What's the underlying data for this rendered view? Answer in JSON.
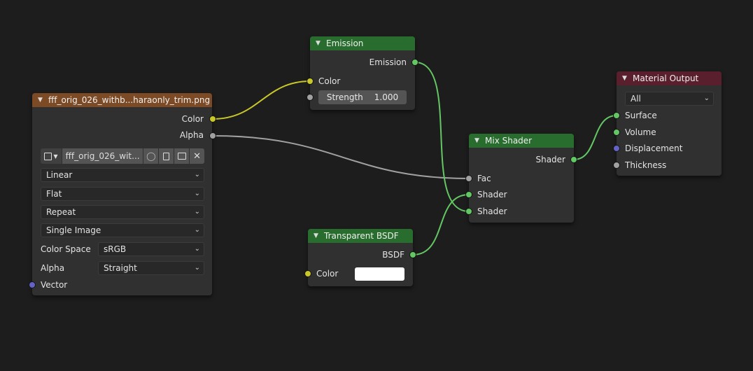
{
  "image_node": {
    "title": "fff_orig_026_withb...haraonly_trim.png",
    "outputs": {
      "color": "Color",
      "alpha": "Alpha"
    },
    "image_name": "fff_orig_026_wit...",
    "icons": [
      "image-icon",
      "shield-icon",
      "copy-icon",
      "stack-icon",
      "close-icon"
    ],
    "interpolation": "Linear",
    "projection": "Flat",
    "extension": "Repeat",
    "source": "Single Image",
    "color_space_label": "Color Space",
    "color_space": "sRGB",
    "alpha_label": "Alpha",
    "alpha_mode": "Straight",
    "vector_label": "Vector"
  },
  "emission_node": {
    "title": "Emission",
    "output": "Emission",
    "color_label": "Color",
    "strength_label": "Strength",
    "strength_value": "1.000"
  },
  "transparent_node": {
    "title": "Transparent BSDF",
    "output": "BSDF",
    "color_label": "Color",
    "color_value": "#ffffff"
  },
  "mix_node": {
    "title": "Mix Shader",
    "output": "Shader",
    "fac_label": "Fac",
    "shader1_label": "Shader",
    "shader2_label": "Shader"
  },
  "output_node": {
    "title": "Material Output",
    "target": "All",
    "surface_label": "Surface",
    "volume_label": "Volume",
    "displacement_label": "Displacement",
    "thickness_label": "Thickness"
  },
  "colors": {
    "image_header": "#7c4a24",
    "shader_header": "#286d2e",
    "output_header": "#5a1f2d",
    "socket_color": "#c7c729",
    "socket_float": "#a1a1a1",
    "socket_shader": "#63c763",
    "socket_vector": "#6363c7"
  }
}
